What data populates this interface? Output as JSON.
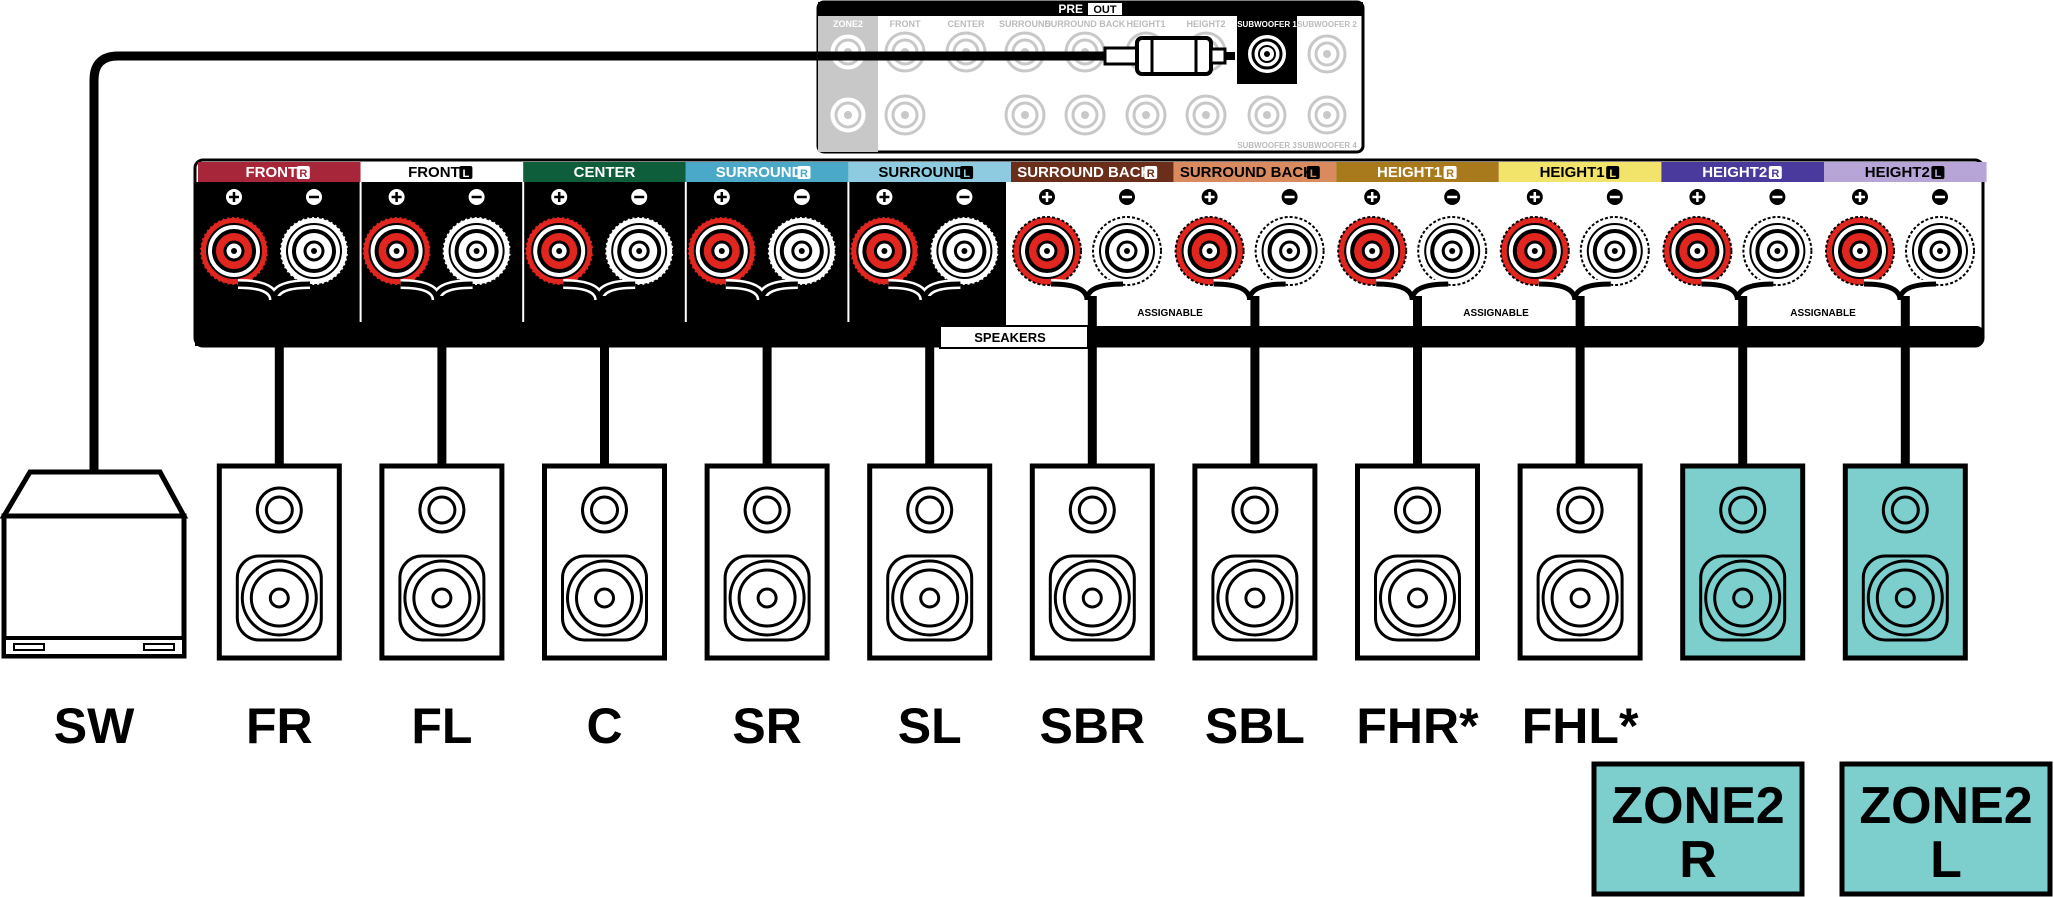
{
  "preout": {
    "title_left": "PRE",
    "title_right": "OUT",
    "jacks": [
      {
        "label": "ZONE2"
      },
      {
        "label": "FRONT"
      },
      {
        "label": "CENTER"
      },
      {
        "label": "SURROUND"
      },
      {
        "label": "SURROUND BACK"
      },
      {
        "label": "HEIGHT1"
      },
      {
        "label": "HEIGHT2"
      }
    ],
    "subwoofer1_label": "SUBWOOFER 1",
    "subwoofer2_label": "SUBWOOFER 2",
    "subwoofer3_label": "SUBWOOFER 3",
    "subwoofer4_label": "SUBWOOFER 4"
  },
  "terminals": [
    {
      "label": "FRONT",
      "side": "R",
      "color": "#a8263a",
      "text_color": "#ffffff"
    },
    {
      "label": "FRONT",
      "side": "L",
      "color": "#ffffff",
      "text_color": "#000000"
    },
    {
      "label": "CENTER",
      "side": "",
      "color": "#0e5e3c",
      "text_color": "#ffffff"
    },
    {
      "label": "SURROUND",
      "side": "R",
      "color": "#4aa9c9",
      "text_color": "#ffffff"
    },
    {
      "label": "SURROUND",
      "side": "L",
      "color": "#8ecbe0",
      "text_color": "#000000"
    },
    {
      "label": "SURROUND BACK",
      "side": "R",
      "color": "#6b2e1a",
      "text_color": "#ffffff"
    },
    {
      "label": "SURROUND BACK",
      "side": "L",
      "color": "#d98b5f",
      "text_color": "#000000"
    },
    {
      "label": "HEIGHT1",
      "side": "R",
      "color": "#a87a1c",
      "text_color": "#ffffff"
    },
    {
      "label": "HEIGHT1",
      "side": "L",
      "color": "#f2e36a",
      "text_color": "#000000"
    },
    {
      "label": "HEIGHT2",
      "side": "R",
      "color": "#4b3a9e",
      "text_color": "#ffffff"
    },
    {
      "label": "HEIGHT2",
      "side": "L",
      "color": "#b7a5d8",
      "text_color": "#000000"
    }
  ],
  "speakers_label": "SPEAKERS",
  "assignable_label": "ASSIGNABLE",
  "subwoofer_label": "SW",
  "speakers": [
    {
      "label": "FR",
      "zone2": false
    },
    {
      "label": "FL",
      "zone2": false
    },
    {
      "label": "C",
      "zone2": false
    },
    {
      "label": "SR",
      "zone2": false
    },
    {
      "label": "SL",
      "zone2": false
    },
    {
      "label": "SBR",
      "zone2": false
    },
    {
      "label": "SBL",
      "zone2": false
    },
    {
      "label": "FHR*",
      "zone2": false
    },
    {
      "label": "FHL*",
      "zone2": false
    },
    {
      "label": "",
      "zone2": true
    },
    {
      "label": "",
      "zone2": true
    }
  ],
  "zone_labels": [
    {
      "line1": "ZONE2",
      "line2": "R"
    },
    {
      "line1": "ZONE2",
      "line2": "L"
    }
  ],
  "colors": {
    "terminal_red": "#e0261f",
    "zone_fill": "#7ccfcc",
    "preout_gray": "#c8c8c8"
  }
}
